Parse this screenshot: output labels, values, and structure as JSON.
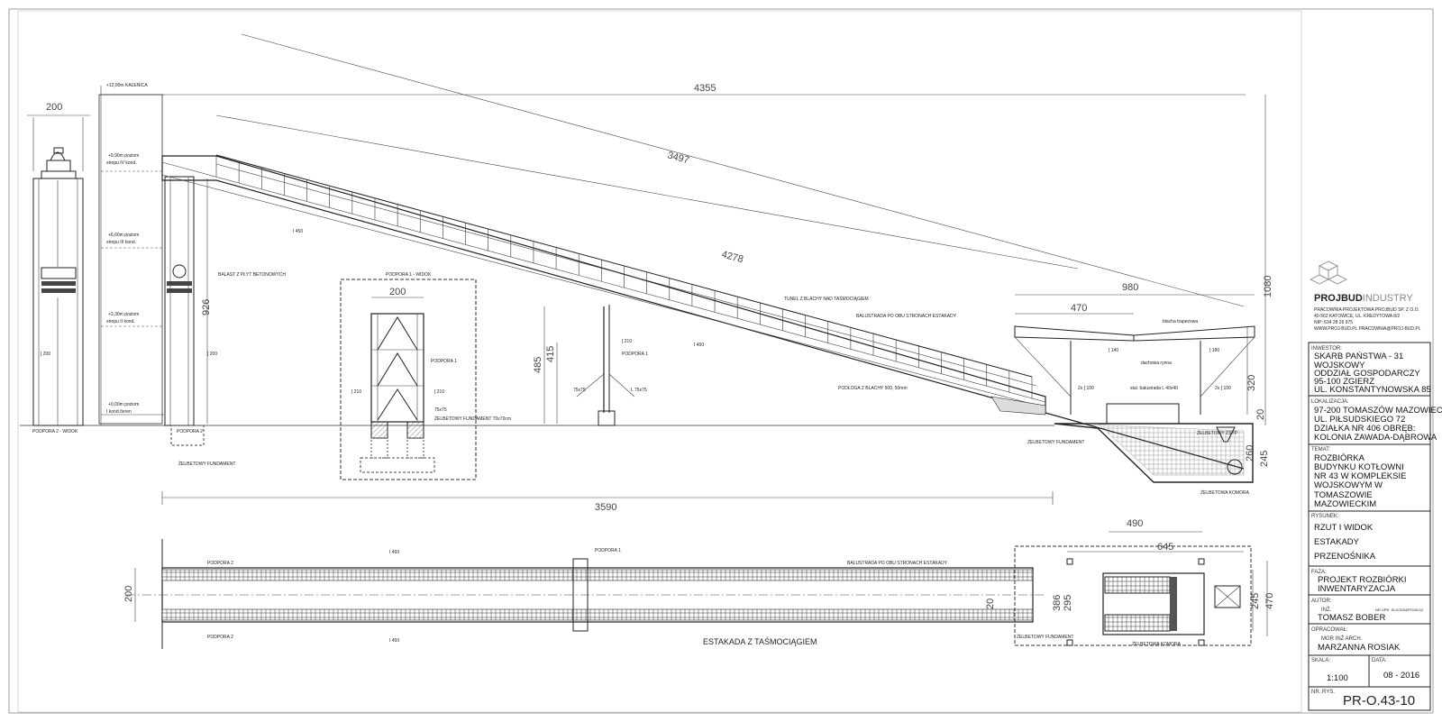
{
  "drawing": {
    "elevation_dims": {
      "total_length": "4355",
      "diag_upper": "3497",
      "diag_lower": "4278",
      "base_length": "3590",
      "width_top": "200",
      "height_926": "926",
      "height_485": "485",
      "height_415": "415",
      "roof_width": "980",
      "roof_470": "470",
      "height_1080": "1080",
      "height_320": "320",
      "height_20": "20",
      "height_260": "260",
      "height_245": "245",
      "section_width": "200"
    },
    "levels": [
      {
        "mark": "+12,90m KALENICA"
      },
      {
        "mark": "+9,90m poziom",
        "sub": "stropu IV kond."
      },
      {
        "mark": "+6,60m poziom",
        "sub": "stropu III kond."
      },
      {
        "mark": "+3,30m poziom",
        "sub": "stropu II kond."
      },
      {
        "mark": "+0,00m poziom",
        "sub": "I kond./teren"
      }
    ],
    "labels": {
      "podpora2_widok": "PODPORA 2 - WIDOK",
      "podpora2": "PODPORA 2",
      "fundament": "ŻELBETOWY FUNDAMENT",
      "balast": "BALAST Z PŁYT BETONOWYCH",
      "podpora1_widok": "PODPORA 1 - WIDOK",
      "podpora1": "PODPORA 1",
      "fundament_size": "ŻELBETOWY FUNDAMENT 70x70cm",
      "l75": "75x75",
      "l75b": "L 75x75",
      "i450a": "I 450",
      "i450b": "I 450",
      "c200": "[ 200",
      "c210": "[ 210",
      "tunnel_roof": "TUNEL Z BLACHY NAD TAŚMOCIĄGIEM",
      "balustrade": "BALUSTRADA PO OBU STRONACH ESTAKADY",
      "deck": "PODŁOGA Z BLACHY 500, 50mm",
      "roof_sheet": "blacha trapezowa",
      "gutter": "dachowa rynna",
      "c140": "[ 140",
      "c180": "[ 180",
      "c100a": "2x [ 100",
      "c100b": "2x [ 100",
      "slab": "stal. balustrada L 40x40",
      "hopper": "ŻELBETOWY ZSYP",
      "pit": "ŻELBETOWA KOMORA",
      "fund_small": "ŻELBETOWY FUNDAMENT"
    },
    "plan": {
      "title": "ESTAKADA Z TAŚMOCIĄGIEM",
      "podpora2_top": "PODPORA 2",
      "podpora2_bot": "PODPORA 2",
      "podpora1": "PODPORA 1",
      "i450_top": "I 450",
      "i450_bot": "I 450",
      "balustrade": "BALUSTRADA PO OBU STRONACH ESTAKADY",
      "width": "200",
      "dim_490": "490",
      "dim_645": "645",
      "dim_386": "386",
      "dim_245": "245",
      "dim_470": "470",
      "dim_20": "20",
      "dim_295": "295",
      "fundament": "ŻELBETOWY FUNDAMENT",
      "komora": "ŻELBETOWA KOMORA"
    }
  },
  "title_block": {
    "company_name": "PROJBUD",
    "company_suffix": "INDUSTRY",
    "company_lines": [
      "PRACOWNIA PROJEKTOWA PROJBUD SP. Z O.O.",
      "40-562 KATOWICE, UL. KREDYTOWA 8/2",
      "NIP: 634 28 26 975",
      "WWW.PROJ-BUD.PL PRACOWNIA@PROJ-BUD.PL"
    ],
    "inwestor_label": "INWESTOR:",
    "inwestor_lines": [
      "SKARB PAŃSTWA - 31",
      "WOJSKOWY",
      "ODDZIAŁ GOSPODARCZY",
      "95-100 ZGIERZ",
      "UL. KONSTANTYNOWSKA 85"
    ],
    "lokalizacja_label": "LOKALIZACJA:",
    "lokalizacja_lines": [
      "97-200 TOMASZÓW MAZOWIECKI",
      "UL. PIŁSUDSKIEGO 72",
      "DZIAŁKA NR 406 OBRĘB:",
      "KOLONIA ZAWADA-DĄBROWA"
    ],
    "temat_label": "TEMAT:",
    "temat_lines": [
      "ROZBIÓRKA",
      "BUDYNKU KOTŁOWNI",
      "NR 43 W KOMPLEKSIE",
      "WOJSKOWYM W",
      "TOMASZOWIE",
      "MAZOWIECKIM"
    ],
    "rysunek_label": "RYSUNEK:",
    "rysunek_lines": [
      "RZUT I WIDOK",
      "ESTAKADY",
      "PRZENOŚNIKA"
    ],
    "faza_label": "FAZA:",
    "faza_lines": [
      "PROJEKT ROZBIÓRKI",
      "INWENTARYZACJA"
    ],
    "autor_label": "AUTOR:",
    "autor_role": "INŻ.",
    "autor_name": "TOMASZ BOBER",
    "autor_perm": "NR UPR. SLK/3254/POOK/12",
    "opracowal_label": "OPRACOWAŁ:",
    "opracowal_role": "MGR INŻ ARCH.",
    "opracowal_name": "MARZANNA ROSIAK",
    "skala_label": "SKALA:",
    "skala": "1:100",
    "data_label": "DATA:",
    "data": "08 - 2016",
    "nr_label": "NR. RYS.",
    "nr": "PR-O.43-10"
  }
}
